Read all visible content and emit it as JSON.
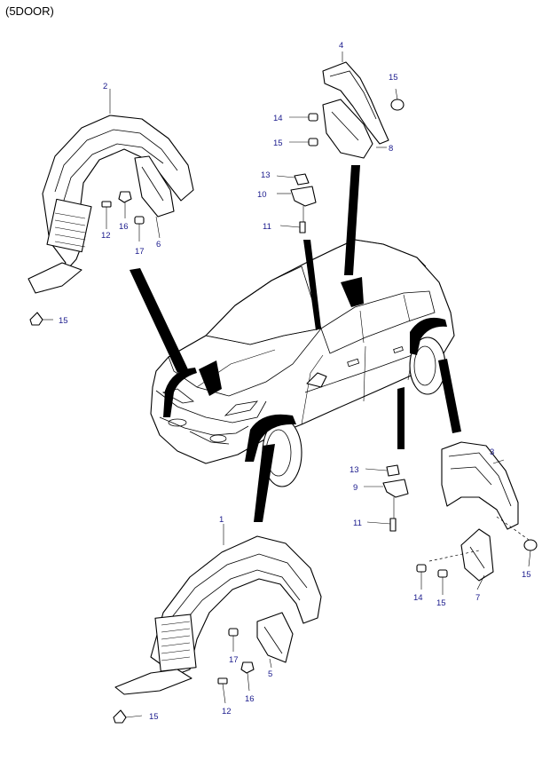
{
  "title": "(5DOOR)",
  "colors": {
    "callout_text": "#1a1a8c",
    "line": "#000000",
    "background": "#ffffff"
  },
  "callouts": {
    "c1": "1",
    "c2": "2",
    "c3": "3",
    "c4": "4",
    "c5": "5",
    "c6": "6",
    "c7": "7",
    "c8": "8",
    "c9": "9",
    "c10a": "10",
    "c11a": "11",
    "c11b": "11",
    "c12a": "12",
    "c12b": "12",
    "c13a": "13",
    "c13b": "13",
    "c14a": "14",
    "c14b": "14",
    "c15a": "15",
    "c15b": "15",
    "c15c": "15",
    "c15d": "15",
    "c15e": "15",
    "c15f": "15",
    "c16a": "16",
    "c16b": "16",
    "c17a": "17",
    "c17b": "17"
  }
}
